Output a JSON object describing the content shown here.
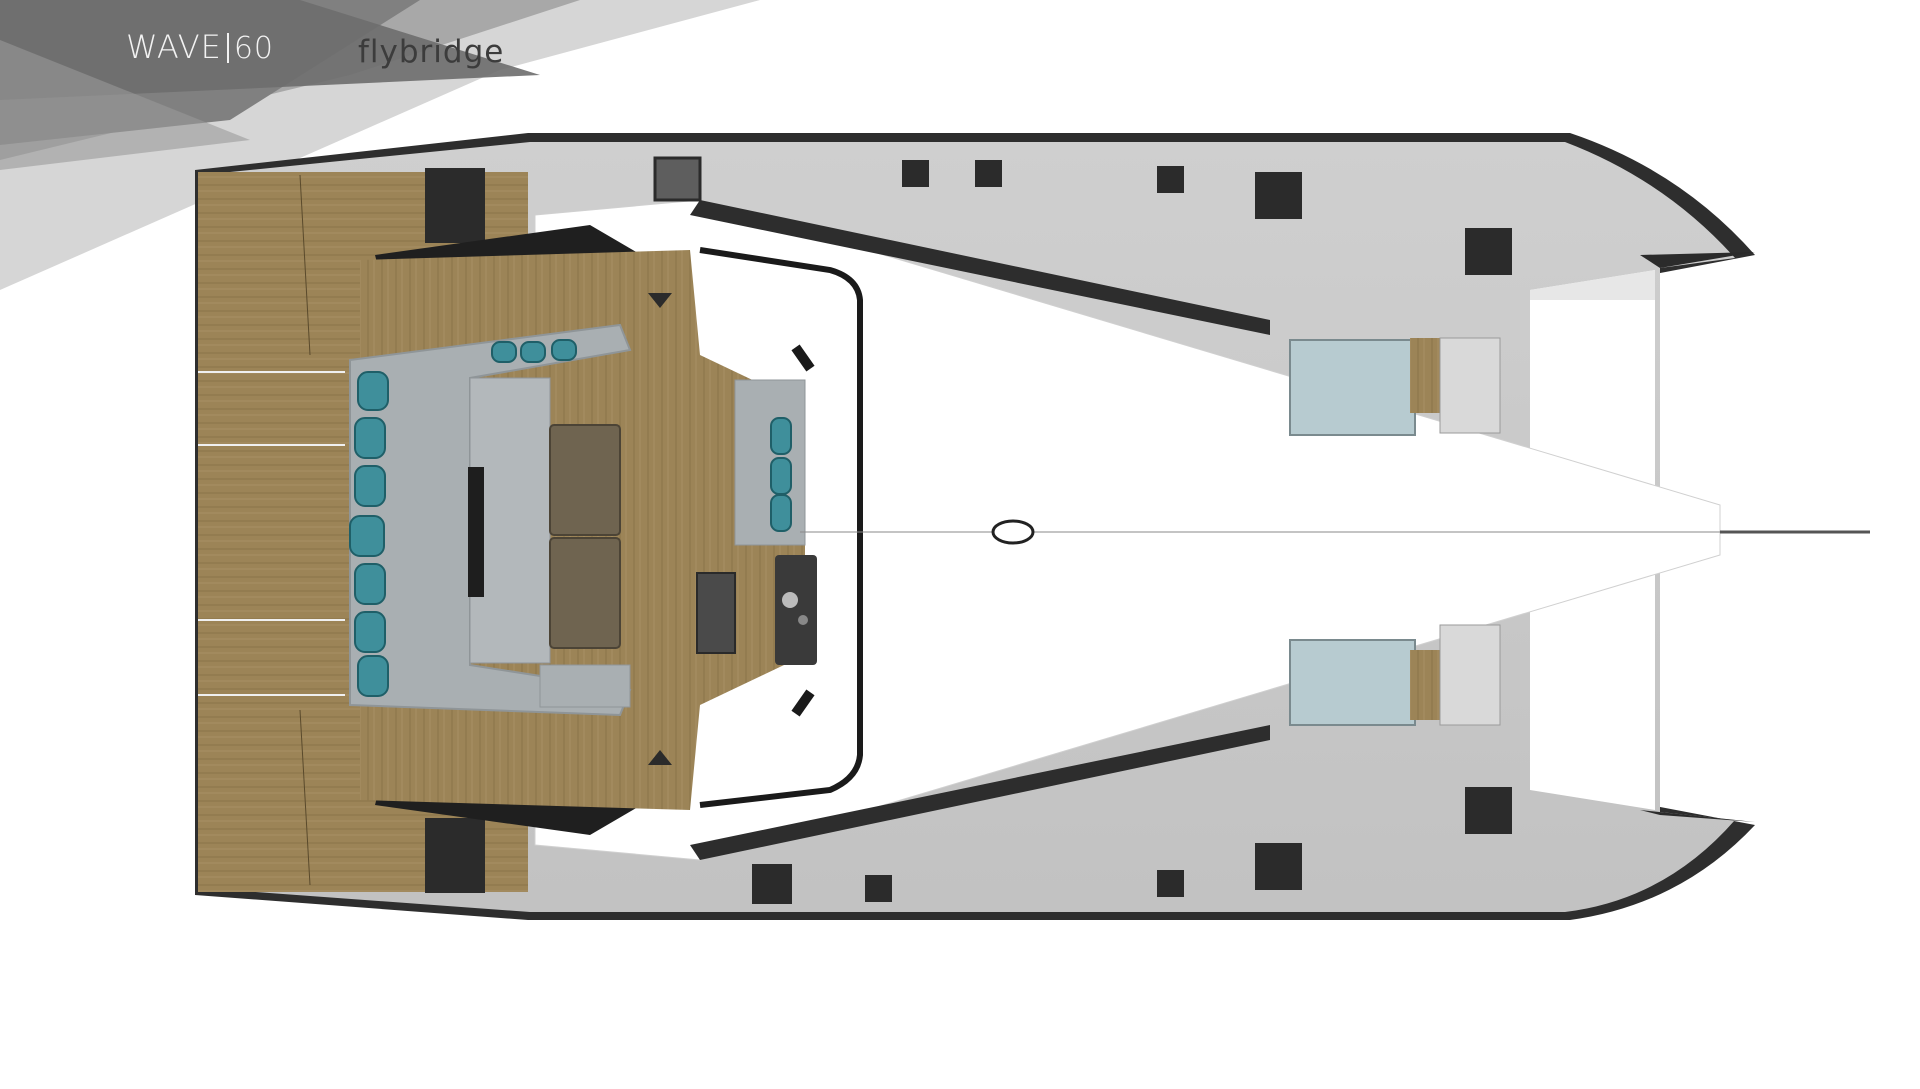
{
  "header": {
    "model_name": "WAVE",
    "model_number": "60",
    "deck_level": "flybridge"
  },
  "colors": {
    "hull_outline": "#2e2e2e",
    "deck_grey": "#c9c9c9",
    "teak": "#9c8457",
    "teak_dark": "#7d6a45",
    "cushion_grey": "#a9afb2",
    "pillow_teal": "#3f8f9b",
    "hatch_black": "#2b2b2b",
    "glass": "#b7cbd0",
    "banner_dark": "#6d6d6d",
    "banner_light": "#b8b8b8"
  },
  "icons": {
    "helm": "helm-console-icon",
    "hatch": "deck-hatch-icon",
    "step": "step-arrow-icon"
  }
}
